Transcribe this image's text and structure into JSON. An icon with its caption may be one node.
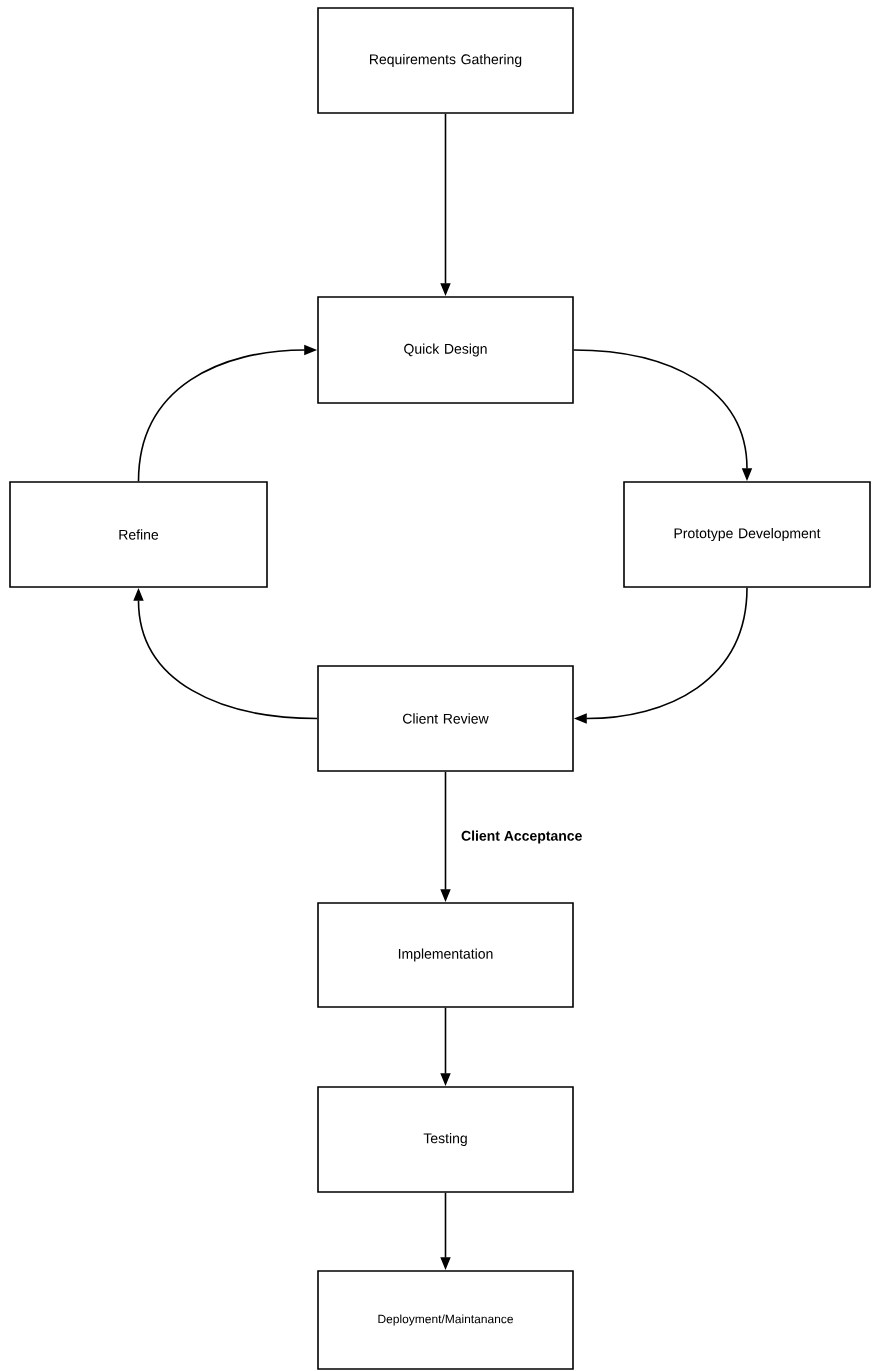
{
  "diagram": {
    "nodes": [
      {
        "text": [
          "Requirements Gathering"
        ]
      },
      {
        "text": [
          "Quick Design"
        ]
      },
      {
        "text": [
          "Refine"
        ]
      },
      {
        "text": [
          "Prototype Development"
        ]
      },
      {
        "text": [
          "Client Review"
        ]
      },
      {
        "text": [
          "Implementation"
        ]
      },
      {
        "text": [
          "Testing"
        ]
      },
      {
        "text": [
          "Deployment/Maintanance"
        ]
      }
    ],
    "edges": [
      {
        "from": 0,
        "to": 1,
        "arrow": "to"
      },
      {
        "from": 1,
        "to": 3,
        "arrow": "to"
      },
      {
        "from": 3,
        "to": 4,
        "arrow": "to"
      },
      {
        "from": 4,
        "to": 2,
        "arrow": "to"
      },
      {
        "from": 2,
        "to": 1,
        "arrow": "to"
      },
      {
        "from": 4,
        "to": 5,
        "arrow": "to",
        "label": "Client Acceptance"
      },
      {
        "from": 5,
        "to": 6,
        "arrow": "to"
      },
      {
        "from": 6,
        "to": 7,
        "arrow": "to"
      }
    ]
  }
}
